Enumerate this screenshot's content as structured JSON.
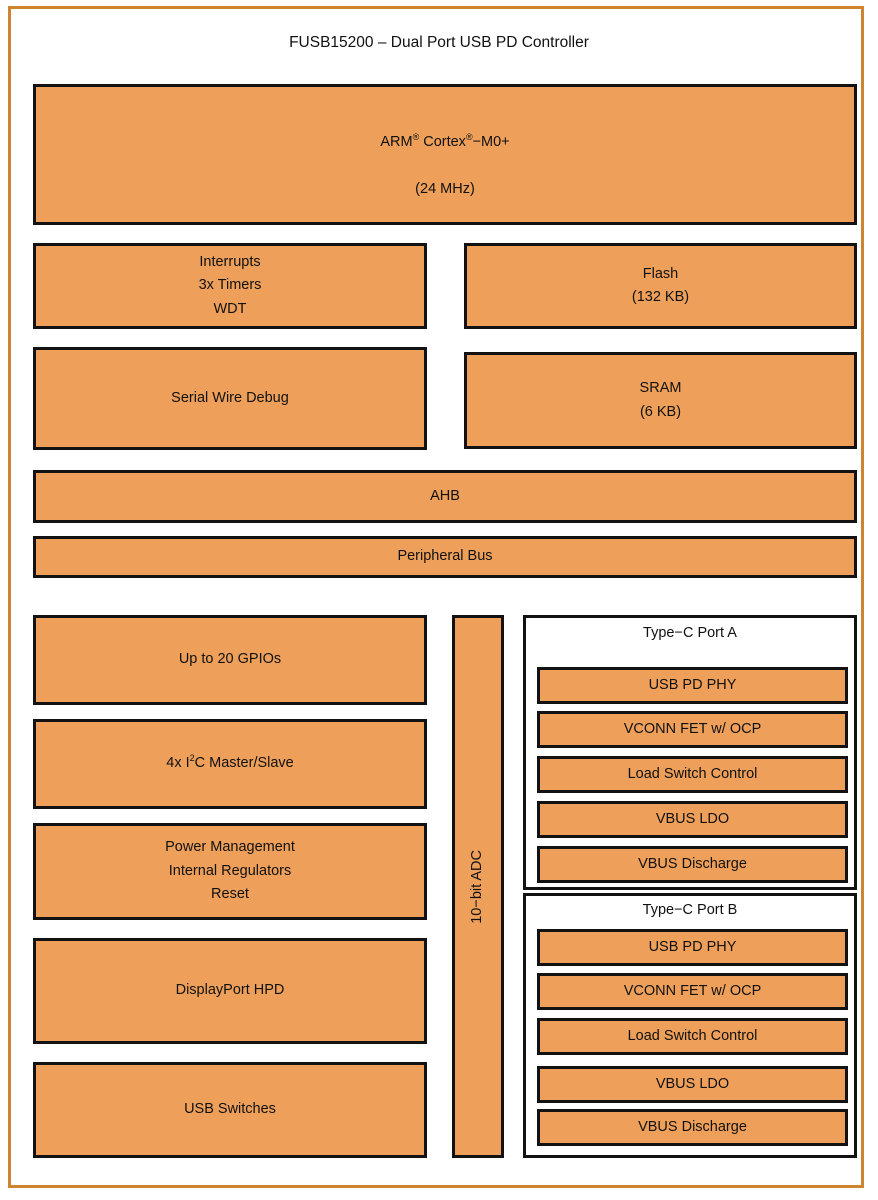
{
  "diagram": {
    "title": "FUSB15200 – Dual Port USB PD Controller",
    "colors": {
      "block_fill": "#eea05a",
      "block_border": "#121212",
      "outer_frame": "#cf8430",
      "background": "#ffffff",
      "text": "#111111"
    }
  },
  "core": {
    "name_prefix": "ARM",
    "name_middle": " Cortex",
    "name_suffix": "−M0+",
    "clock": "(24 MHz)",
    "reg_mark": "®"
  },
  "blocks": {
    "interrupts": "Interrupts\n3x Timers\nWDT",
    "flash": "Flash\n(132 KB)",
    "swd": "Serial Wire Debug",
    "sram": "SRAM\n(6 KB)",
    "ahb": "AHB",
    "peripheral_bus": "Peripheral Bus",
    "gpios": "Up to 20 GPIOs",
    "i2c_prefix": "4x I",
    "i2c_sup": "2",
    "i2c_suffix": "C Master/Slave",
    "power": "Power Management\nInternal Regulators\nReset",
    "displayport": "DisplayPort HPD",
    "usb_switches": "USB Switches",
    "adc": "10−bit ADC"
  },
  "ports": [
    {
      "title": "Type−C Port A",
      "items": [
        "USB PD PHY",
        "VCONN FET w/ OCP",
        "Load Switch Control",
        "VBUS LDO",
        "VBUS Discharge"
      ]
    },
    {
      "title": "Type−C Port B",
      "items": [
        "USB PD PHY",
        "VCONN FET w/ OCP",
        "Load Switch Control",
        "VBUS LDO",
        "VBUS Discharge"
      ]
    }
  ]
}
